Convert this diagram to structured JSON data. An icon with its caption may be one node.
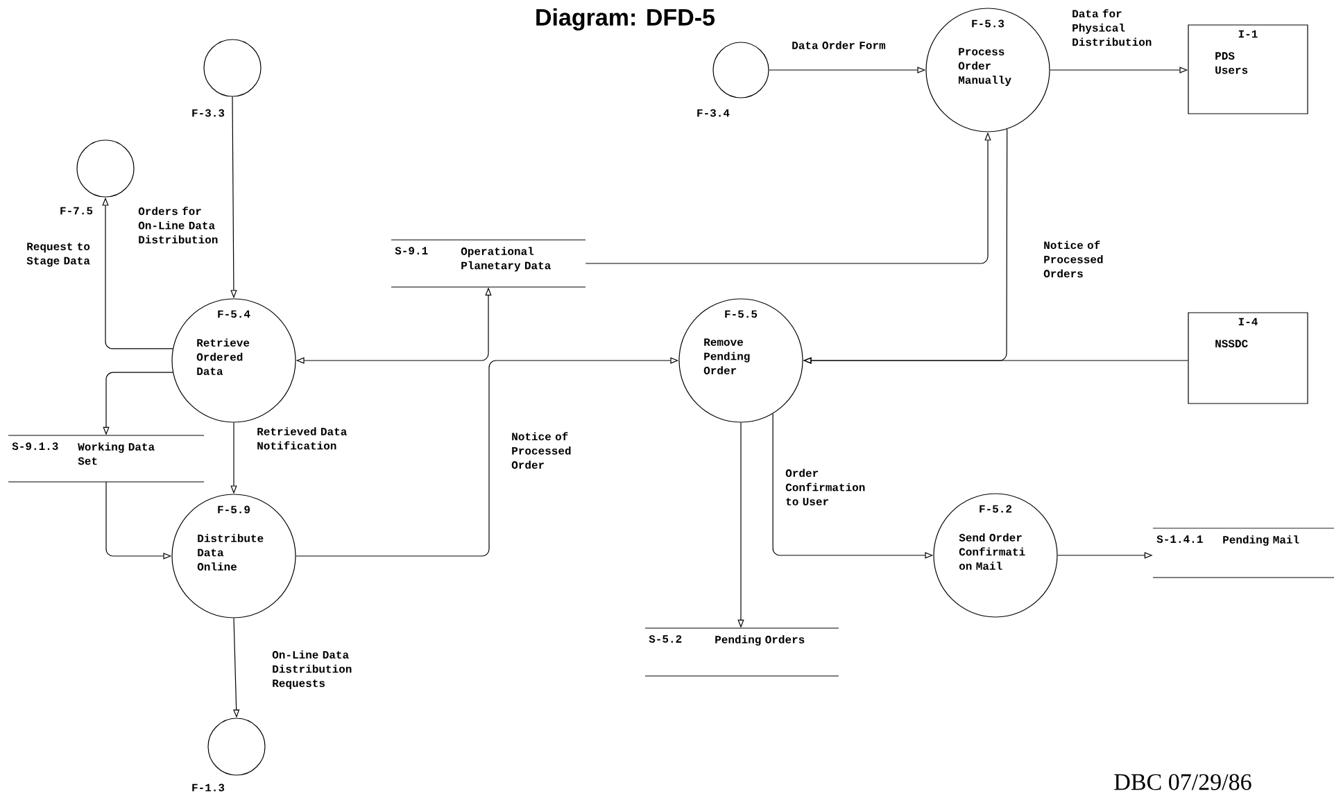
{
  "diagram": {
    "title": "Diagram:  DFD-5",
    "nodes": [
      {
        "text": [],
        "shape": "circle",
        "beside": [
          "F-3.3"
        ]
      },
      {
        "text": [],
        "shape": "circle",
        "beside": [
          "F-7.5"
        ]
      },
      {
        "text": [],
        "shape": "circle",
        "beside": [
          "F-3.4"
        ]
      },
      {
        "text": [
          "F-5.3",
          "Process Order Manually"
        ]
      },
      {
        "text": [
          "I-1",
          "PDS Users"
        ]
      },
      {
        "text": [
          "S-9.1",
          "Operational Planetary Data"
        ]
      },
      {
        "text": [
          "F-5.4",
          "Retrieve Ordered Data"
        ]
      },
      {
        "text": [
          "F-5.5",
          "Remove Pending Order"
        ]
      },
      {
        "text": [
          "I-4",
          "NSSDC"
        ]
      },
      {
        "text": [
          "S-9.1.3",
          "Working Data Set"
        ]
      },
      {
        "text": [
          "F-5.9",
          "Distribute Data Online"
        ]
      },
      {
        "text": [
          "F-5.2",
          "Send Order Confirmati on Mail"
        ]
      },
      {
        "text": [
          "S-1.4.1",
          "Pending Mail"
        ]
      },
      {
        "text": [
          "S-5.2",
          "Pending Orders"
        ]
      },
      {
        "text": [],
        "shape": "circle",
        "beside": [
          "F-1.3"
        ]
      }
    ],
    "edges": [
      {
        "from": 0,
        "to": 6,
        "arrow": "to",
        "label": "Orders for On-Line Data Distribution"
      },
      {
        "from": 6,
        "to": 1,
        "arrow": "to",
        "label": "Request to Stage Data"
      },
      {
        "from": 6,
        "to": 9,
        "arrow": "to"
      },
      {
        "from": 5,
        "to": 6,
        "arrow": "both"
      },
      {
        "from": 5,
        "to": 3,
        "arrow": "to"
      },
      {
        "from": 2,
        "to": 3,
        "arrow": "to",
        "label": "Data Order Form"
      },
      {
        "from": 3,
        "to": 4,
        "arrow": "to",
        "label": "Data for Physical Distribution"
      },
      {
        "from": 6,
        "to": 10,
        "arrow": "to",
        "label": "Retrieved Data Notification"
      },
      {
        "from": 9,
        "to": 10,
        "arrow": "to"
      },
      {
        "from": 10,
        "to": 7,
        "arrow": "to",
        "label": "Notice of Processed Order"
      },
      {
        "from": 3,
        "to": 7,
        "arrow": "to",
        "label": "Notice of Processed Orders"
      },
      {
        "from": 8,
        "to": 7,
        "arrow": "to"
      },
      {
        "from": 7,
        "to": 13,
        "arrow": "to"
      },
      {
        "from": 7,
        "to": 11,
        "arrow": "to",
        "label": "Order Confirmation to User"
      },
      {
        "from": 11,
        "to": 12,
        "arrow": "to"
      },
      {
        "from": 10,
        "to": 14,
        "arrow": "to",
        "label": "On-Line Data Distribution Requests"
      }
    ],
    "labels": [
      "DBC  07/29/86"
    ]
  }
}
